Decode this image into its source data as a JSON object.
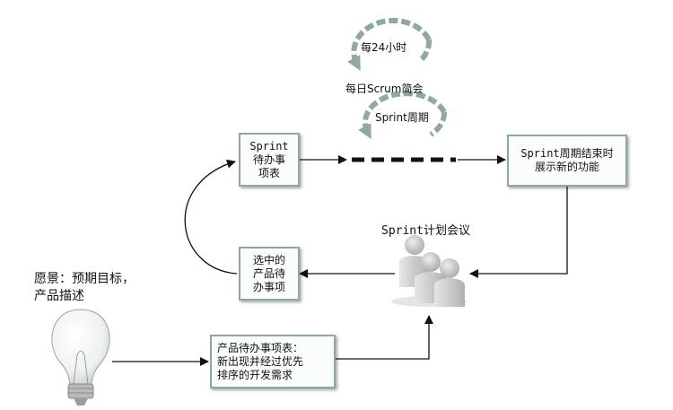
{
  "diagram": {
    "daily_cycle_label": "每24小时",
    "daily_scrum_label": "每日Scrum简会",
    "sprint_cycle_label": "Sprint周期",
    "sprint_backlog_box": {
      "line1": "Sprint",
      "line2": "待办事",
      "line3": "项表"
    },
    "sprint_end_box": {
      "line1": "Sprint周期结束时",
      "line2": "展示新的功能"
    },
    "planning_meeting_label": "Sprint计划会议",
    "selected_box": {
      "line1": "选中的",
      "line2": "产品待",
      "line3": "办事项"
    },
    "vision_label": {
      "line1": "愿景：预期目标，",
      "line2": "产品描述"
    },
    "product_backlog_box": {
      "line1": "产品待办事项表：",
      "line2": "新出现并经过优先",
      "line3": "排序的开发需求"
    },
    "colors": {
      "cycle_arrow": "#8fa8a3",
      "box_border": "#8fa7a2",
      "people": "#c4c4c4",
      "arrow": "#111111"
    },
    "icons": [
      "lightbulb-icon",
      "people-icon",
      "cycle-arrow-icon"
    ]
  }
}
